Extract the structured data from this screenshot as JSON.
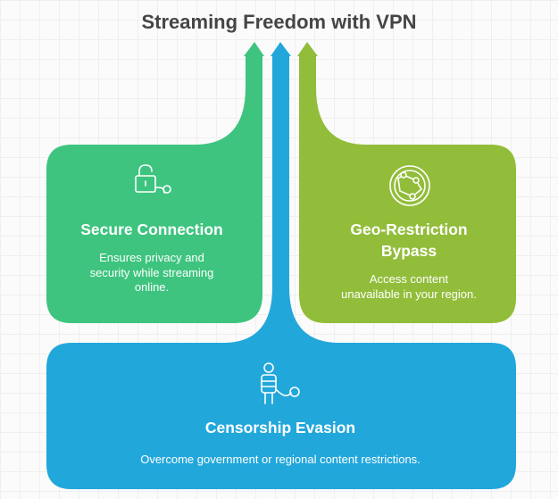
{
  "title": "Streaming Freedom with VPN",
  "colors": {
    "secure": "#3ec47f",
    "geo": "#92bd3a",
    "censorship": "#22a7db",
    "title": "#454545",
    "icon_stroke": "#ffffff"
  },
  "cards": {
    "secure": {
      "icon": "open-padlock-icon",
      "heading": "Secure Connection",
      "body": [
        "Ensures privacy and",
        "security while streaming",
        "online."
      ]
    },
    "geo": {
      "icon": "globe-network-icon",
      "heading": [
        "Geo-Restriction",
        "Bypass"
      ],
      "body": [
        "Access content",
        "unavailable in your region."
      ]
    },
    "censorship": {
      "icon": "person-chained-icon",
      "heading": "Censorship Evasion",
      "body": "Overcome government or regional content restrictions."
    }
  }
}
